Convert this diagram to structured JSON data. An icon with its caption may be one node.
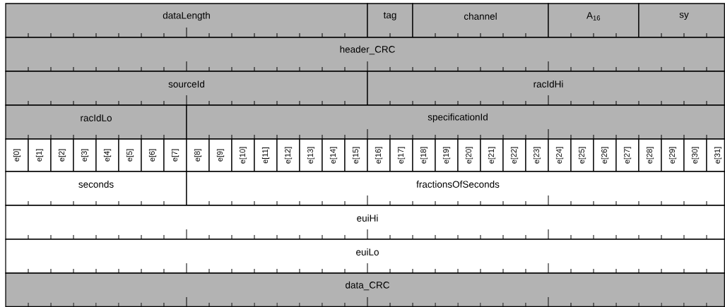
{
  "diagram": {
    "nodes": [
      {
        "text": [
          "dataLength"
        ]
      },
      {
        "text": [
          "tag"
        ]
      },
      {
        "text": [
          "channel"
        ]
      },
      {
        "text": [
          "A$_{16}$"
        ]
      },
      {
        "text": [
          "sy"
        ]
      },
      {
        "text": [
          "header_CRC"
        ]
      },
      {
        "text": [
          "sourceId"
        ]
      },
      {
        "text": [
          "racIdHi"
        ]
      },
      {
        "text": [
          "racIdLo"
        ]
      },
      {
        "text": [
          "specificationId"
        ]
      },
      {
        "text": [
          "e[0]"
        ]
      },
      {
        "text": [
          "e[1]"
        ]
      },
      {
        "text": [
          "e[2]"
        ]
      },
      {
        "text": [
          "e[3]"
        ]
      },
      {
        "text": [
          "e[4]"
        ]
      },
      {
        "text": [
          "e[5]"
        ]
      },
      {
        "text": [
          "e[6]"
        ]
      },
      {
        "text": [
          "e[7]"
        ]
      },
      {
        "text": [
          "e[8]"
        ]
      },
      {
        "text": [
          "e[9]"
        ]
      },
      {
        "text": [
          "e[10]"
        ]
      },
      {
        "text": [
          "e[11]"
        ]
      },
      {
        "text": [
          "e[12]"
        ]
      },
      {
        "text": [
          "e[13]"
        ]
      },
      {
        "text": [
          "e[14]"
        ]
      },
      {
        "text": [
          "e[15]"
        ]
      },
      {
        "text": [
          "e[16]"
        ]
      },
      {
        "text": [
          "e[17]"
        ]
      },
      {
        "text": [
          "e[18]"
        ]
      },
      {
        "text": [
          "e[19]"
        ]
      },
      {
        "text": [
          "e[20]"
        ]
      },
      {
        "text": [
          "e[21]"
        ]
      },
      {
        "text": [
          "e[22]"
        ]
      },
      {
        "text": [
          "e[23]"
        ]
      },
      {
        "text": [
          "e[24]"
        ]
      },
      {
        "text": [
          "e[25]"
        ]
      },
      {
        "text": [
          "e[26]"
        ]
      },
      {
        "text": [
          "e[27]"
        ]
      },
      {
        "text": [
          "e[28]"
        ]
      },
      {
        "text": [
          "e[29]"
        ]
      },
      {
        "text": [
          "e[30]"
        ]
      },
      {
        "text": [
          "e[31]"
        ]
      },
      {
        "text": [
          "seconds"
        ]
      },
      {
        "text": [
          "fractionsOfSeconds"
        ]
      },
      {
        "text": [
          "euiHi"
        ]
      },
      {
        "text": [
          "euiLo"
        ]
      },
      {
        "text": [
          "data_CRC"
        ]
      }
    ]
  }
}
